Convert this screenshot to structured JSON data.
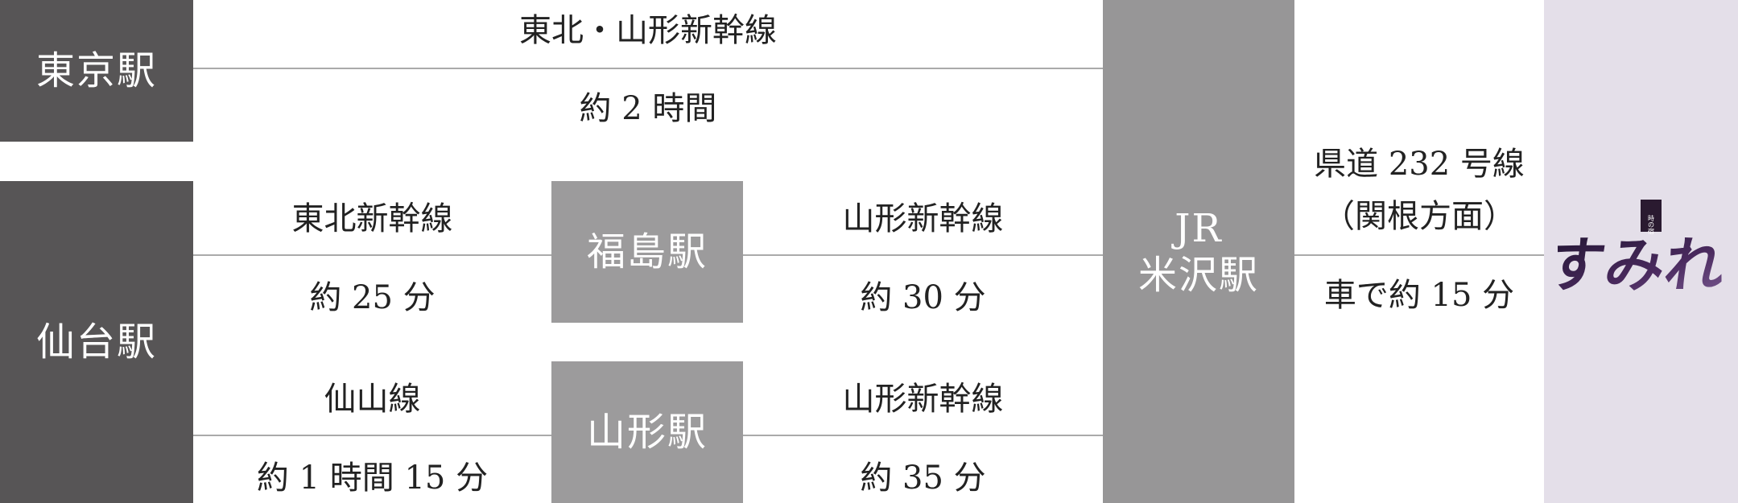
{
  "stations": {
    "tokyo": "東京駅",
    "sendai": "仙台駅",
    "fukushima": "福島駅",
    "yamagata": "山形駅",
    "yonezawa_1": "JR",
    "yonezawa_2": "米沢駅"
  },
  "routes": {
    "tokyo_line": "東北・山形新幹線",
    "tokyo_time": "約 2 時間",
    "sendai_fukushima_line": "東北新幹線",
    "sendai_fukushima_time": "約 25 分",
    "fukushima_yonezawa_line": "山形新幹線",
    "fukushima_yonezawa_time": "約 30 分",
    "sendai_yamagata_line": "仙山線",
    "sendai_yamagata_time": "約 1 時間 15 分",
    "yamagata_yonezawa_line": "山形新幹線",
    "yamagata_yonezawa_time": "約 35 分",
    "road_1": "県道 232 号線",
    "road_2": "（関根方面）",
    "road_time": "車で約 15 分"
  },
  "destination": {
    "logo_small": "時の宿",
    "logo_main": "すみれ"
  },
  "colors": {
    "station_dark": "#575556",
    "station_mid": "#9c9b9c",
    "station_jr": "#979697",
    "connector": "#aaaaaa",
    "destination_bg": "#e4dfe9",
    "logo": "#4a2a5e"
  }
}
